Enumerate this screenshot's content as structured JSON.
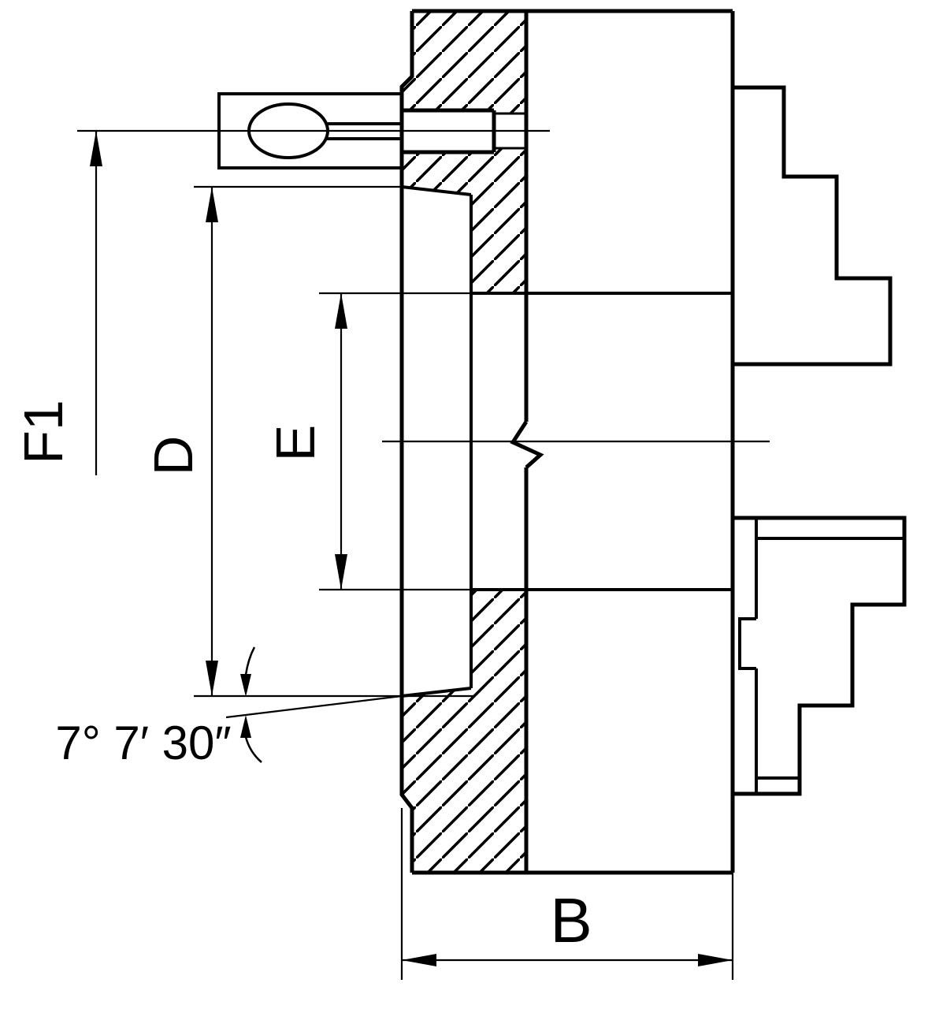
{
  "drawing": {
    "labels": {
      "f1": "F1",
      "d": "D",
      "e": "E",
      "b": "B",
      "angle": "7° 7′ 30″"
    },
    "colors": {
      "line": "#000000",
      "background": "#ffffff"
    }
  }
}
